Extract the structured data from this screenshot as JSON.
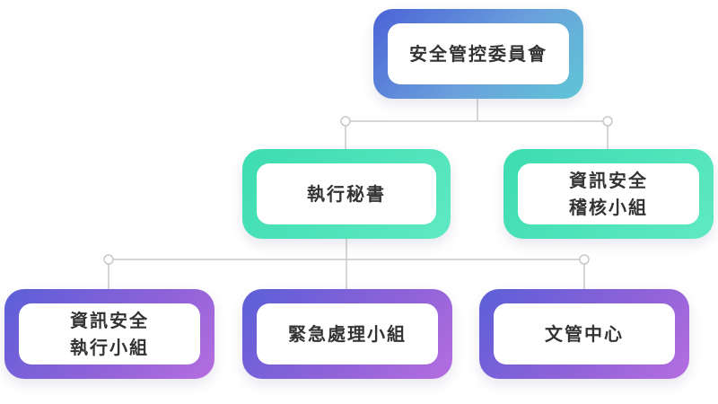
{
  "chart": {
    "root": {
      "label": "安全管控委員會"
    },
    "level1": [
      {
        "label": "執行秘書"
      },
      {
        "lines": [
          "資訊安全",
          "稽核小組"
        ]
      }
    ],
    "level2": [
      {
        "lines": [
          "資訊安全",
          "執行小組"
        ]
      },
      {
        "label": "緊急處理小組"
      },
      {
        "label": "文管中心"
      }
    ]
  },
  "colors": {
    "root_gradient": [
      "#4b63d6",
      "#6aa0dc",
      "#5fc6d6"
    ],
    "level1_gradient": [
      "#3ddcb1",
      "#5fe9c2"
    ],
    "level2_gradient": [
      "#5b5fd8",
      "#8d62d8",
      "#b56ee0"
    ],
    "connector": "#c8c8c8",
    "label_text": "#333333"
  }
}
